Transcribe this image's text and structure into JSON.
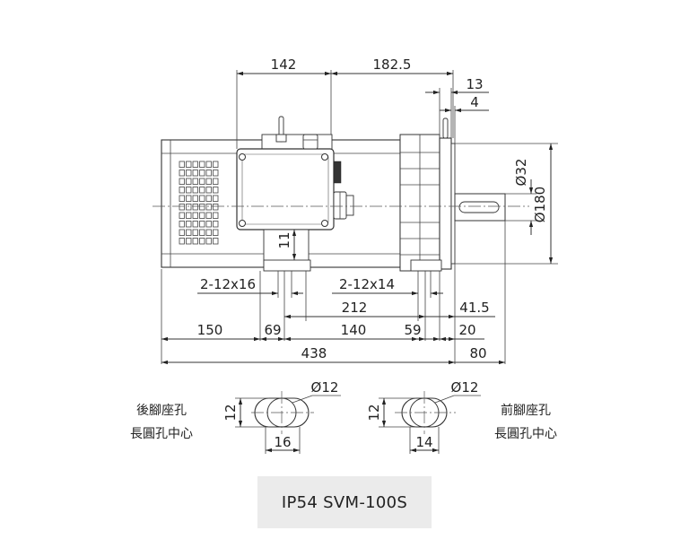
{
  "dimensions": {
    "top_left": "142",
    "top_right": "182.5",
    "flange_13": "13",
    "flange_4": "4",
    "shaft_dia": "Ø32",
    "flange_dia": "Ø180",
    "box_11": "11",
    "rear_holes": "2-12x16",
    "front_holes": "2-12x14",
    "span_212": "212",
    "d_41_5": "41.5",
    "d_150": "150",
    "d_69": "69",
    "d_140": "140",
    "d_59": "59",
    "d_20": "20",
    "d_438": "438",
    "d_80": "80"
  },
  "rear_hole": {
    "title": "後腳座孔",
    "subtitle": "長圓孔中心",
    "dia": "Ø12",
    "height": "12",
    "width": "16"
  },
  "front_hole": {
    "title": "前腳座孔",
    "subtitle": "長圓孔中心",
    "dia": "Ø12",
    "height": "12",
    "width": "14"
  },
  "model": "IP54 SVM-100S"
}
